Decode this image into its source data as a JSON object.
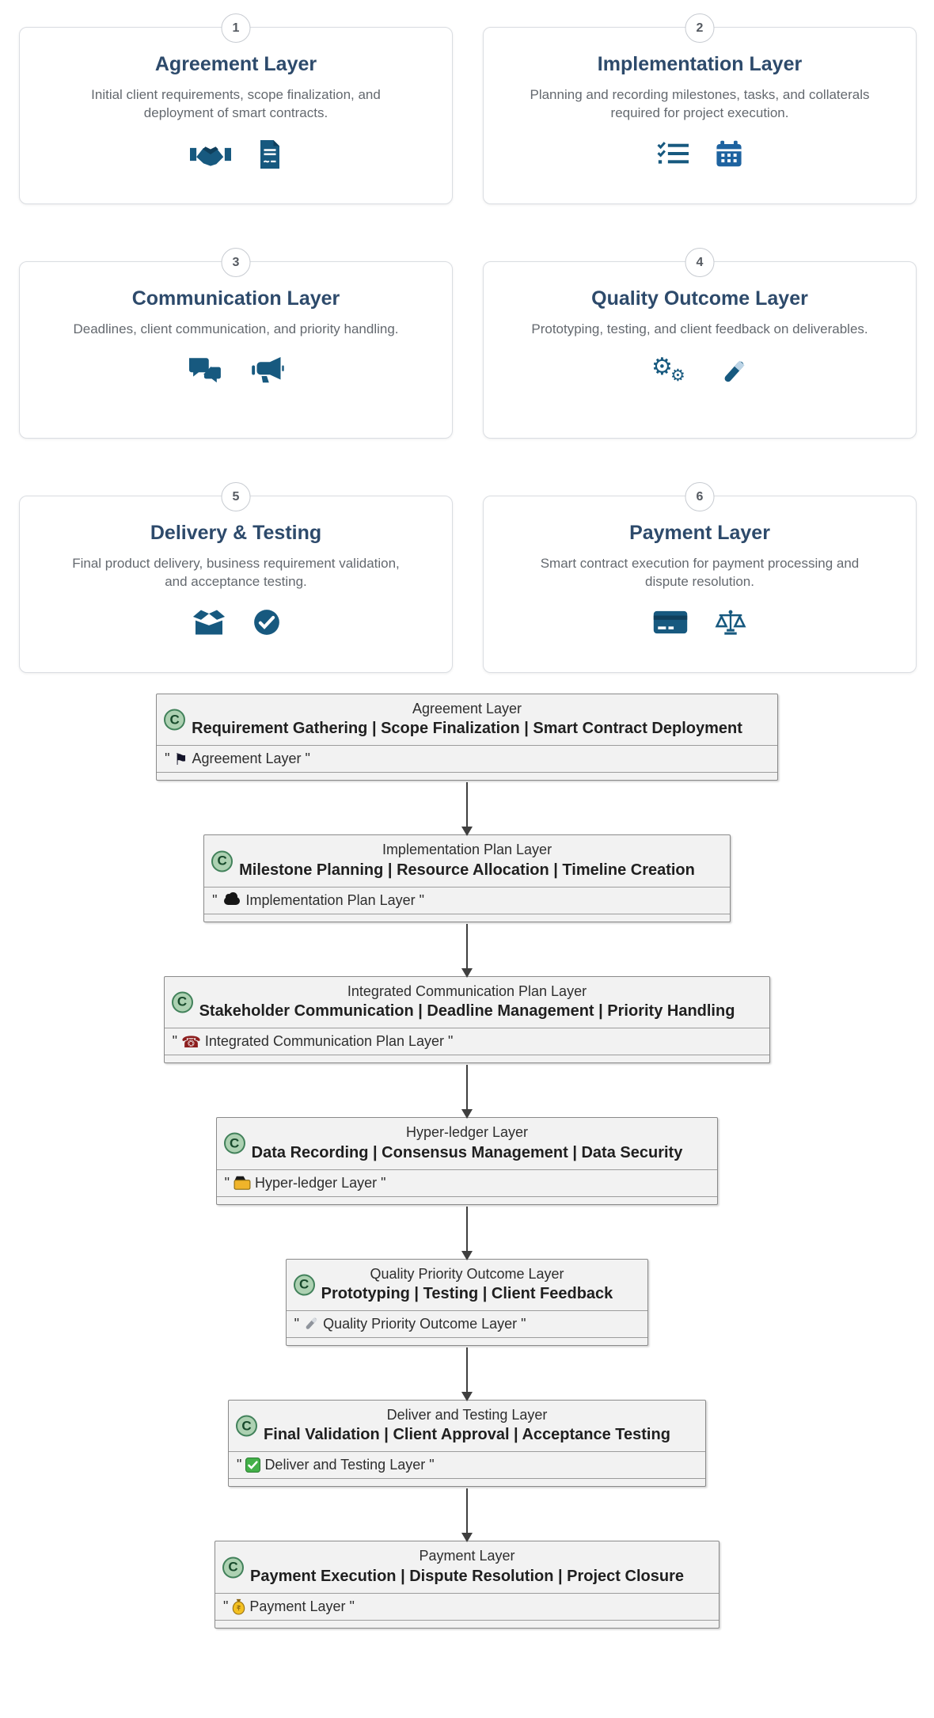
{
  "colors": {
    "steel_blue": "#17597f",
    "title_navy": "#2d4a6b",
    "badge_green": "#add1b2",
    "phone_red": "#8c1d1d",
    "folder_yellow": "#f0b42a",
    "check_green": "#43b049",
    "money_gold": "#f3c022"
  },
  "glyphs": {
    "flag": "⚑",
    "phone": "☎",
    "gear_big": "⚙",
    "gear_small": "⚙"
  },
  "cards": [
    {
      "number": "1",
      "title": "Agreement Layer",
      "description": "Initial client requirements, scope finalization, and deployment of smart contracts.",
      "icons": [
        "handshake-icon",
        "file-contract-icon"
      ]
    },
    {
      "number": "2",
      "title": "Implementation Layer",
      "description": "Planning and recording milestones, tasks, and collaterals required for project execution.",
      "icons": [
        "tasks-icon",
        "calendar-icon"
      ]
    },
    {
      "number": "3",
      "title": "Communication Layer",
      "description": "Deadlines, client communication, and priority handling.",
      "icons": [
        "comments-icon",
        "bullhorn-icon"
      ]
    },
    {
      "number": "4",
      "title": "Quality Outcome Layer",
      "description": "Prototyping, testing, and client feedback on deliverables.",
      "icons": [
        "cogs-icon",
        "vial-icon"
      ]
    },
    {
      "number": "5",
      "title": "Delivery & Testing",
      "description": "Final product delivery, business requirement validation, and acceptance testing.",
      "icons": [
        "box-open-icon",
        "check-circle-icon"
      ]
    },
    {
      "number": "6",
      "title": "Payment Layer",
      "description": "Smart contract execution for payment processing and dispute resolution.",
      "icons": [
        "credit-card-icon",
        "balance-scale-icon"
      ]
    }
  ],
  "flow": {
    "class_badge": "C",
    "quote": "\"",
    "nodes": [
      {
        "title": "Agreement Layer",
        "features": "Requirement Gathering | Scope Finalization | Smart Contract Deployment",
        "label": "Agreement Layer",
        "icon": "flag-icon"
      },
      {
        "title": "Implementation Plan Layer",
        "features": "Milestone Planning | Resource Allocation | Timeline Creation",
        "label": "Implementation Plan Layer",
        "icon": "cloud-icon"
      },
      {
        "title": "Integrated Communication Plan Layer",
        "features": "Stakeholder Communication | Deadline Management | Priority Handling",
        "label": "Integrated Communication Plan Layer",
        "icon": "phone-icon"
      },
      {
        "title": "Hyper-ledger Layer",
        "features": "Data Recording | Consensus Management | Data Security",
        "label": "Hyper-ledger Layer",
        "icon": "folder-icon"
      },
      {
        "title": "Quality Priority Outcome Layer",
        "features": "Prototyping | Testing | Client Feedback",
        "label": "Quality Priority Outcome Layer",
        "icon": "vial-icon"
      },
      {
        "title": "Deliver and Testing Layer",
        "features": "Final Validation | Client Approval | Acceptance Testing",
        "label": "Deliver and Testing Layer",
        "icon": "check-square-icon"
      },
      {
        "title": "Payment Layer",
        "features": "Payment Execution | Dispute Resolution | Project Closure",
        "label": "Payment Layer",
        "icon": "money-bag-icon"
      }
    ]
  }
}
